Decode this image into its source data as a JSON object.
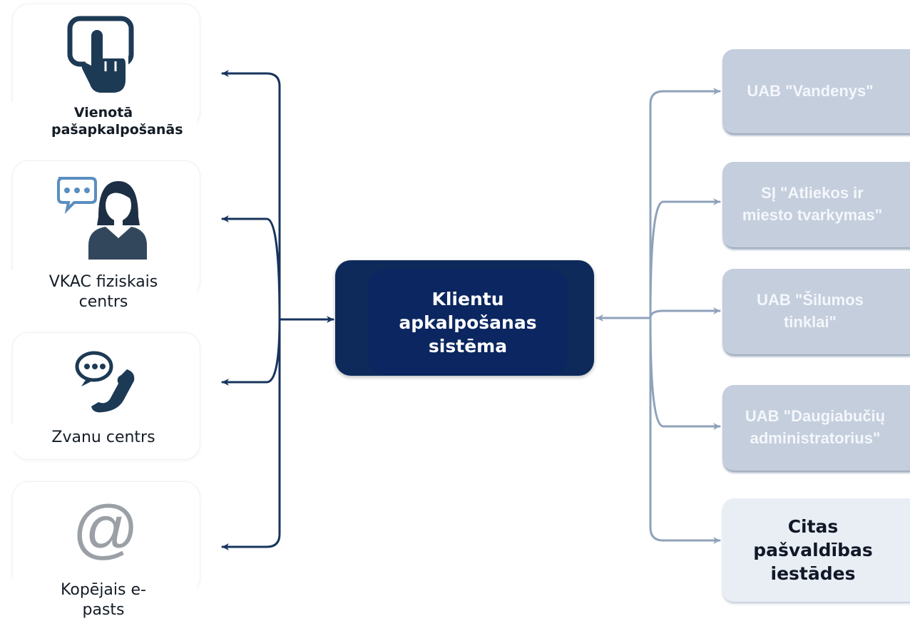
{
  "channels": [
    {
      "label": "Vienotā pašapkalpošanās",
      "icon": "touch-screen-icon"
    },
    {
      "label": "VKAC fiziskais centrs",
      "icon": "consultant-chat-icon"
    },
    {
      "label": "Zvanu centrs",
      "icon": "chat-phone-icon"
    },
    {
      "label": "Kopējais e-pasts",
      "icon": "at-sign-icon"
    }
  ],
  "center": {
    "label": "Klientu apkalpošanas sistēma"
  },
  "providers": [
    {
      "label": "UAB \"Vandenys\""
    },
    {
      "label": "SĮ \"Atliekos ir\nmiesto tvarkymas\""
    },
    {
      "label": "UAB \"Šilumos\ntinklai\""
    },
    {
      "label": "UAB \"Daugiabučių\nadministratorius\""
    },
    {
      "label": "Citas pašvaldības iestādes"
    }
  ],
  "colors": {
    "left_connector": "#17345c",
    "right_connector": "#8fa2bb",
    "center_box": "#0d2a5a",
    "provider_box": "#c4cedd",
    "provider_text": "#f4f7fb",
    "icon": "#1d3a55",
    "icon_muted": "#9aa0a6",
    "chat_bubble": "#5a8ec0"
  }
}
